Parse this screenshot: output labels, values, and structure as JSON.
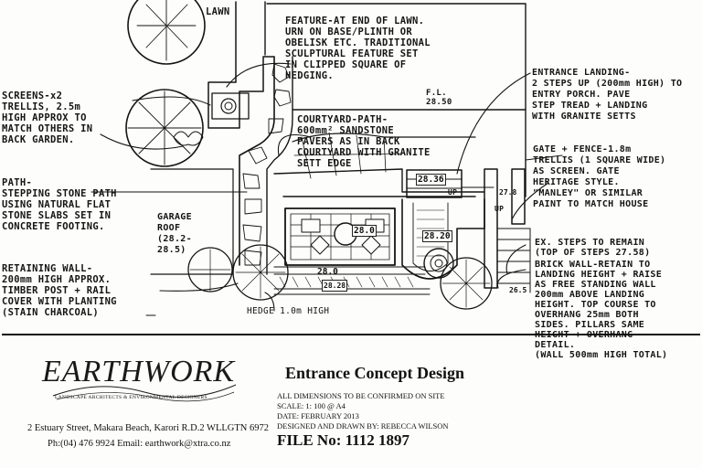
{
  "annotations": {
    "lawn": "LAWN",
    "feature": "FEATURE-AT END OF LAWN.\nURN ON BASE/PLINTH OR\nOBELISK ETC. TRADITIONAL\nSCULPTURAL FEATURE SET\nIN CLIPPED SQUARE OF\nHEDGING.",
    "feature_level": "F.L.\n28.50",
    "screens": "SCREENS-x2\nTRELLIS, 2.5m\nHIGH APPROX TO\nMATCH OTHERS IN\nBACK GARDEN.",
    "courtyard_path": "COURTYARD-PATH-\n600mm² SANDSTONE\nPAVERS AS IN BACK\nCOURTYARD WITH GRANITE\nSETT EDGE",
    "entrance_landing": "ENTRANCE LANDING-\n2 STEPS UP (200mm HIGH) TO\nENTRY PORCH. PAVE\nSTEP TREAD + LANDING\nWITH GRANITE SETTS",
    "path": "PATH-\nSTEPPING STONE PATH\nUSING NATURAL FLAT\nSTONE SLABS SET IN\nCONCRETE FOOTING.",
    "garage_roof": "GARAGE\nROOF\n(28.2-\n28.5)",
    "gate_fence": "GATE + FENCE-1.8m\nTRELLIS (1 SQUARE WIDE)\nAS SCREEN. GATE\nHERITAGE STYLE.\n\"MANLEY\" OR SIMILAR\nPAINT TO MATCH HOUSE",
    "retaining_wall": "RETAINING WALL-\n200mm HIGH APPROX.\nTIMBER POST + RAIL\nCOVER WITH PLANTING\n(STAIN CHARCOAL)",
    "ex_steps": "EX. STEPS TO REMAIN\n(TOP OF STEPS 27.58)",
    "brick_wall": "BRICK WALL-RETAIN TO\nLANDING HEIGHT + RAISE\nAS FREE STANDING WALL\n200mm ABOVE LANDING\nHEIGHT. TOP COURSE TO\nOVERHANG 25mm BOTH\nSIDES. PILLARS SAME\nHEIGHT + OVERHANG\nDETAIL.\n(WALL 500mm HIGH TOTAL)",
    "hedge": "HEDGE 1.0m HIGH",
    "up_label": "UP"
  },
  "levels": [
    "28.36",
    "28.0",
    "28.20",
    "28.0",
    "28.28",
    "27.8",
    "26.5"
  ],
  "title_block": {
    "company": "EARTHWORK",
    "company_tagline": "LANDSCAPE ARCHITECTS & ENVIRONMENTAL DESIGNERS",
    "address": "2 Estuary Street, Makara Beach, Karori R.D.2 WLLGTN  6972",
    "contact": "Ph:(04) 476 9924  Email: earthwork@xtra.co.nz",
    "title": "Entrance Concept Design",
    "notes": [
      "ALL DIMENSIONS TO BE CONFIRMED ON SITE",
      "SCALE:  1: 100 @ A4",
      "DATE: FEBRUARY 2013",
      "DESIGNED AND DRAWN BY: REBECCA WILSON"
    ],
    "file_no": "FILE No: 1112 1897"
  }
}
